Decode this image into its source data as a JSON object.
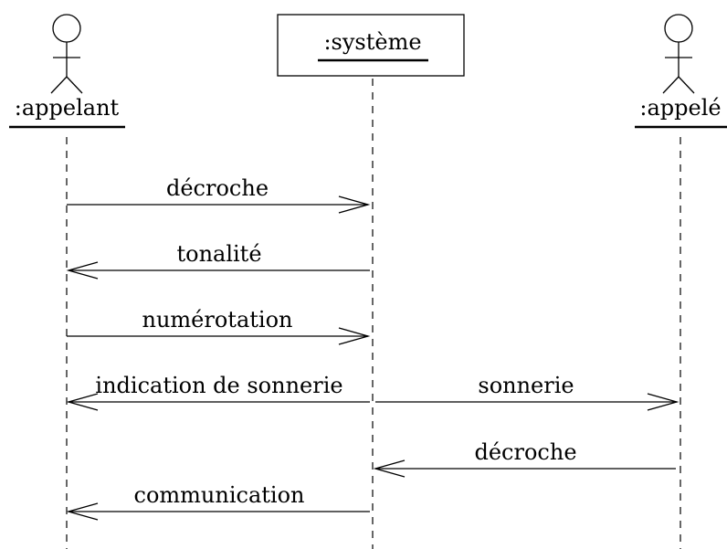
{
  "participants": {
    "caller": {
      "label": ":appelant",
      "kind": "actor"
    },
    "system": {
      "label": ":système",
      "kind": "object"
    },
    "callee": {
      "label": ":appelé",
      "kind": "actor"
    }
  },
  "messages": [
    {
      "label": "décroche",
      "from": "caller",
      "to": "system"
    },
    {
      "label": "tonalité",
      "from": "system",
      "to": "caller"
    },
    {
      "label": "numérotation",
      "from": "caller",
      "to": "system"
    },
    {
      "label": "indication de sonnerie",
      "from": "system",
      "to": "caller"
    },
    {
      "label": "sonnerie",
      "from": "system",
      "to": "callee"
    },
    {
      "label": "décroche",
      "from": "callee",
      "to": "system"
    },
    {
      "label": "communication",
      "from": "system",
      "to": "caller"
    }
  ]
}
